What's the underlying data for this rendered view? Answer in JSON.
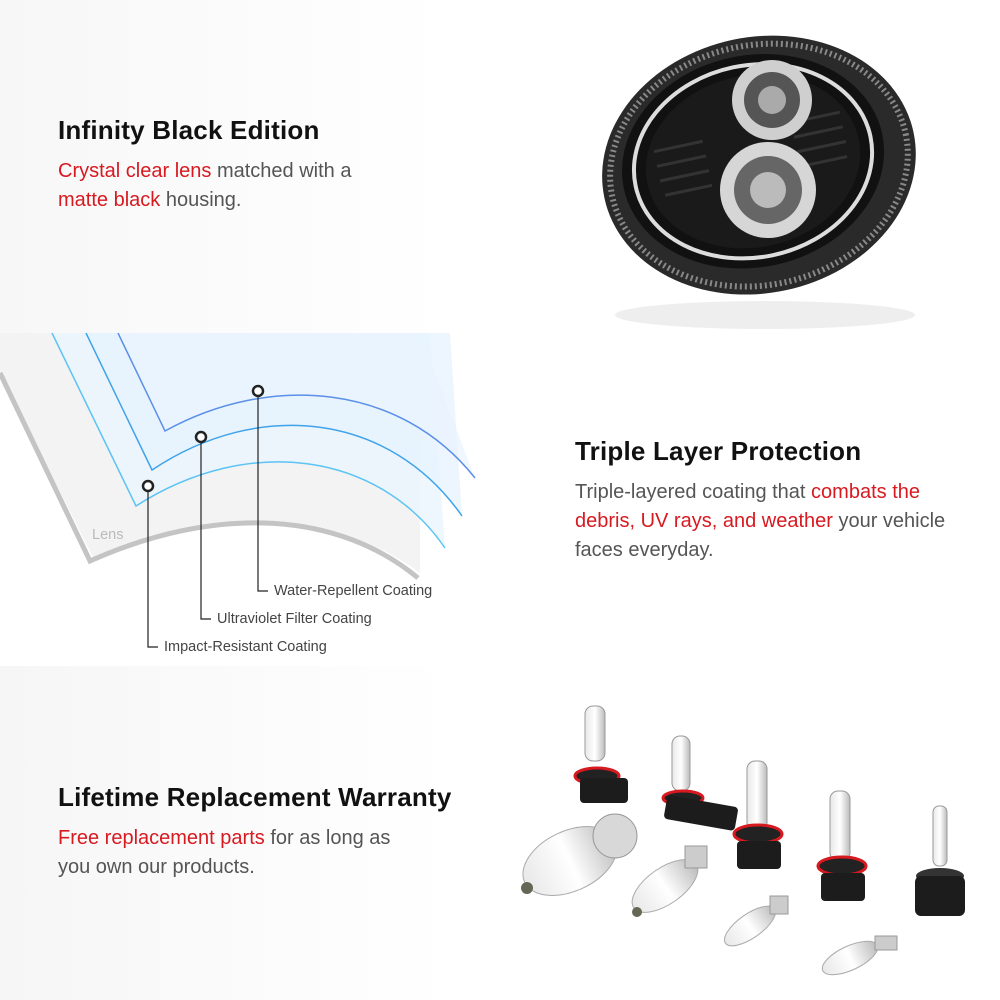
{
  "sections": [
    {
      "title": "Infinity Black Edition",
      "body": [
        {
          "text": "Crystal clear lens",
          "highlight": true
        },
        {
          "text": " matched with a ",
          "highlight": false
        },
        {
          "text": "matte black",
          "highlight": true
        },
        {
          "text": " housing.",
          "highlight": false
        }
      ]
    },
    {
      "title": "Triple Layer Protection",
      "body": [
        {
          "text": "Triple-layered coating that ",
          "highlight": false
        },
        {
          "text": "combats the debris, UV rays, and weather",
          "highlight": true
        },
        {
          "text": " your vehicle faces everyday.",
          "highlight": false
        }
      ],
      "diagram": {
        "lens_label": "Lens",
        "layers": [
          "Water-Repellent Coating",
          "Ultraviolet Filter Coating",
          "Impact-Resistant Coating"
        ]
      }
    },
    {
      "title": "Lifetime Replacement Warranty",
      "body": [
        {
          "text": "Free replacement parts",
          "highlight": true
        },
        {
          "text": " for as long as you own our products.",
          "highlight": false
        }
      ]
    }
  ],
  "colors": {
    "accent": "#d71920",
    "text": "#555555",
    "heading": "#111111"
  }
}
